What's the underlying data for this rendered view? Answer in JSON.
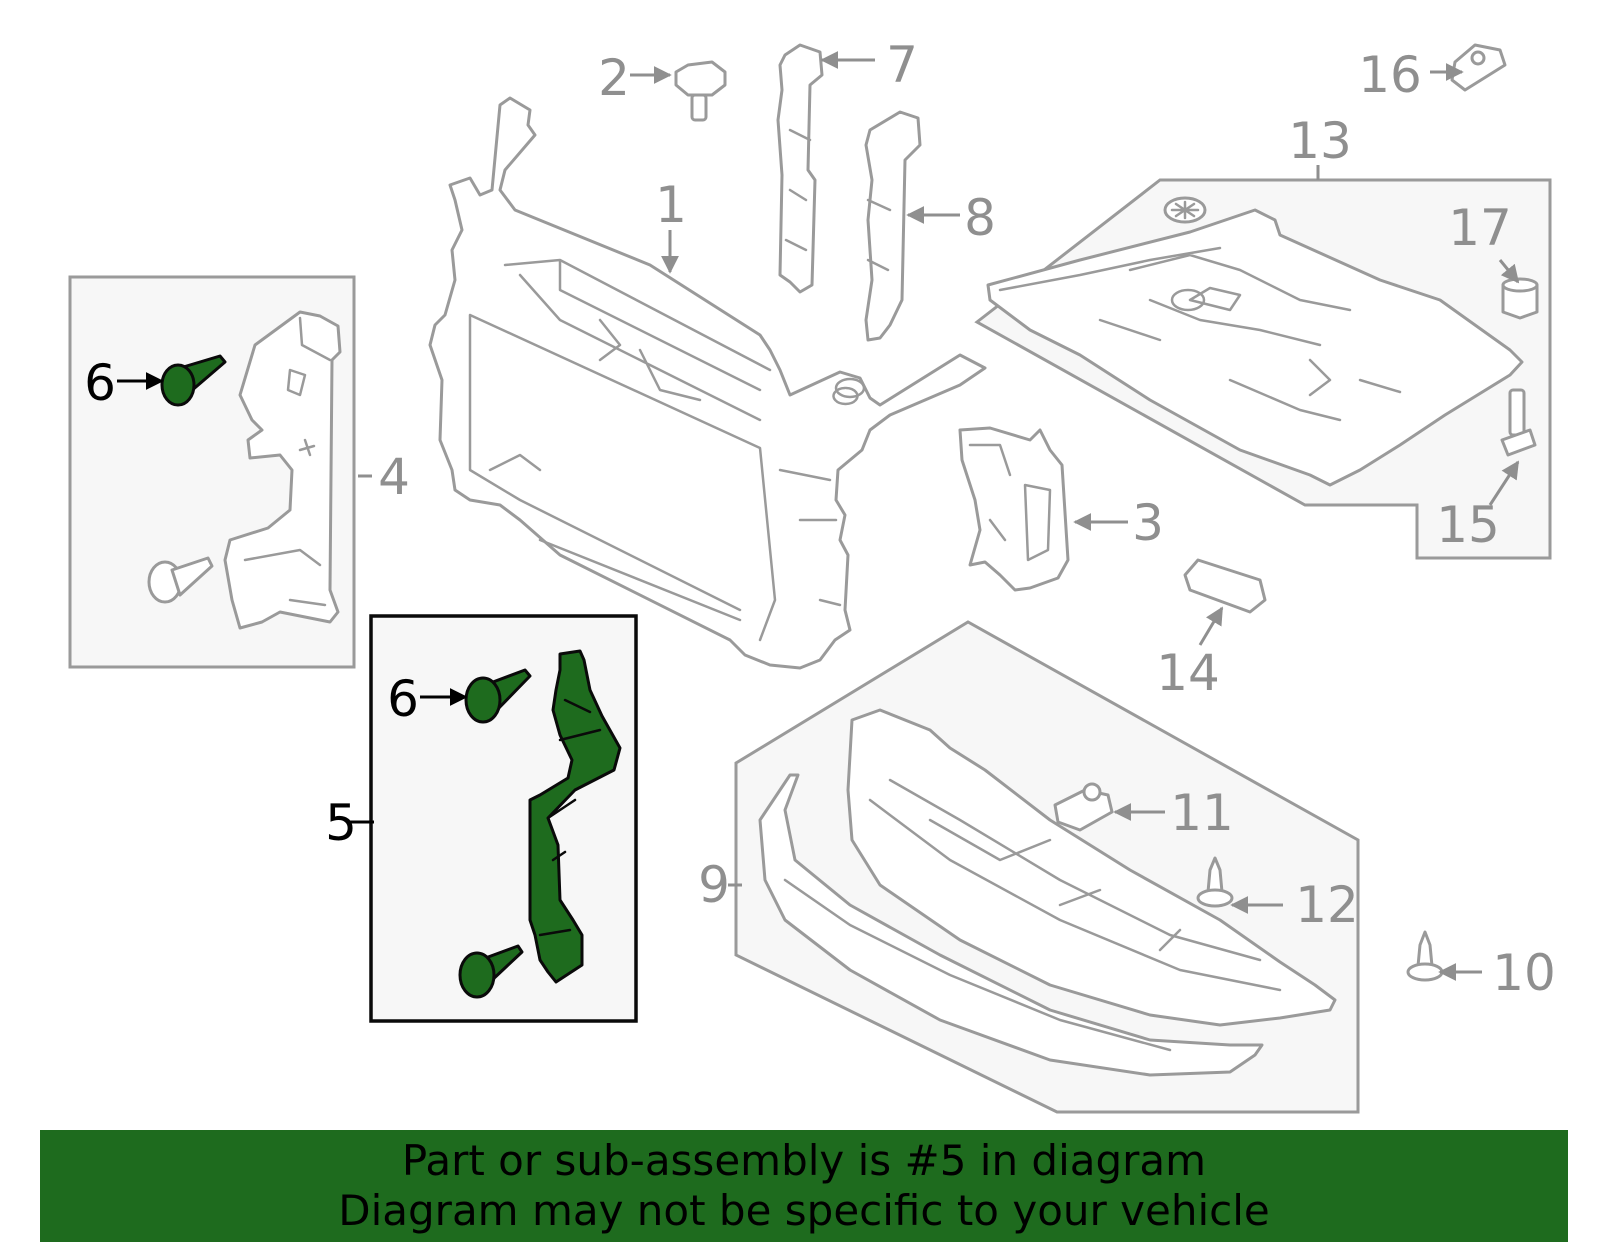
{
  "colors": {
    "highlight": "#1e6b1e",
    "banner": "#1e6b1e",
    "line_gray": "#9a9a9a",
    "label_gray": "#8f8f8f",
    "box_fill": "#f7f7f7"
  },
  "callouts": {
    "n1": "1",
    "n2": "2",
    "n3": "3",
    "n4": "4",
    "n5": "5",
    "n6a": "6",
    "n6b": "6",
    "n7": "7",
    "n8": "8",
    "n9": "9",
    "n10": "10",
    "n11": "11",
    "n12": "12",
    "n13": "13",
    "n14": "14",
    "n15": "15",
    "n16": "16",
    "n17": "17"
  },
  "banner": {
    "line1": "Part or sub-assembly is #5 in diagram",
    "line2": "Diagram may not be specific to your vehicle"
  }
}
